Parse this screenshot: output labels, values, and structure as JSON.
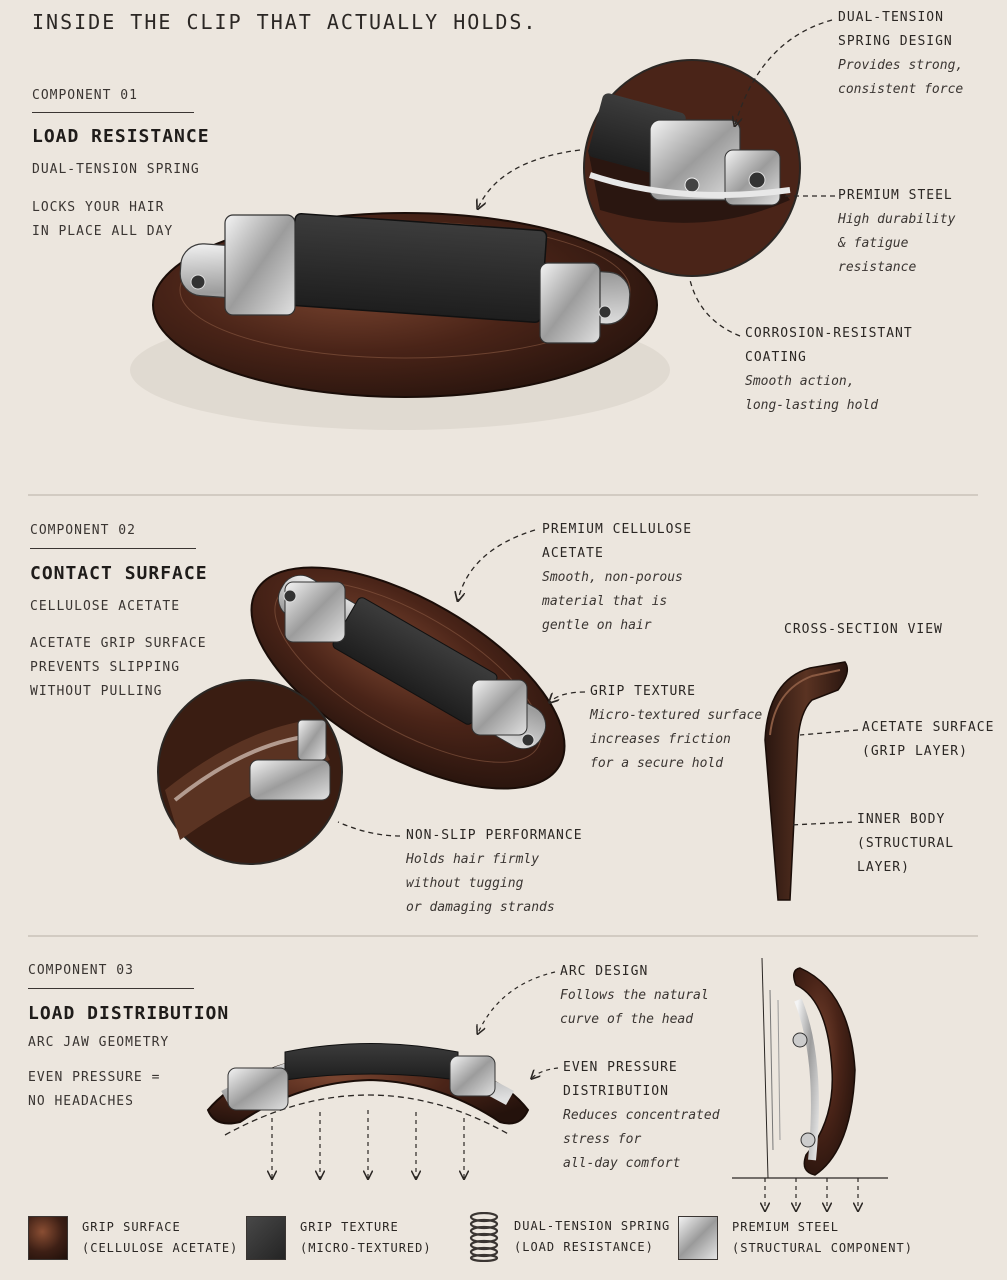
{
  "title": "INSIDE THE CLIP THAT ACTUALLY HOLDS.",
  "components": [
    {
      "label": "COMPONENT 01",
      "title": "LOAD RESISTANCE",
      "subtitle": "DUAL-TENSION SPRING",
      "description": "LOCKS YOUR HAIR\nIN PLACE ALL DAY",
      "callouts": [
        {
          "title": "DUAL-TENSION\nSPRING DESIGN",
          "body": "Provides strong,\nconsistent force"
        },
        {
          "title": "PREMIUM STEEL",
          "body": "High durability\n& fatigue\nresistance"
        },
        {
          "title": "CORROSION-RESISTANT\nCOATING",
          "body": "Smooth action,\nlong-lasting hold"
        }
      ]
    },
    {
      "label": "COMPONENT 02",
      "title": "CONTACT SURFACE",
      "subtitle": "CELLULOSE ACETATE",
      "description": "ACETATE GRIP SURFACE\nPREVENTS SLIPPING\nWITHOUT PULLING",
      "callouts": [
        {
          "title": "PREMIUM CELLULOSE\nACETATE",
          "body": "Smooth, non-porous\nmaterial that is\ngentle on hair"
        },
        {
          "title": "GRIP TEXTURE",
          "body": "Micro-textured surface\nincreases friction\nfor a secure hold"
        },
        {
          "title": "NON-SLIP PERFORMANCE",
          "body": "Holds hair firmly\nwithout tugging\nor damaging strands"
        }
      ],
      "cross_section": {
        "title": "CROSS-SECTION VIEW",
        "labels": [
          "ACETATE SURFACE\n(GRIP LAYER)",
          "INNER BODY\n(STRUCTURAL LAYER)"
        ]
      }
    },
    {
      "label": "COMPONENT 03",
      "title": "LOAD DISTRIBUTION",
      "subtitle": "ARC JAW GEOMETRY",
      "description": "EVEN PRESSURE =\nNO HEADACHES",
      "callouts": [
        {
          "title": "ARC DESIGN",
          "body": "Follows the natural\ncurve of the head"
        },
        {
          "title": "EVEN PRESSURE\nDISTRIBUTION",
          "body": "Reduces concentrated\nstress for\nall-day comfort"
        }
      ]
    }
  ],
  "legend": [
    {
      "icon": "tortoiseshell-swatch",
      "line1": "GRIP SURFACE",
      "line2": "(CELLULOSE ACETATE)",
      "color": "#4a2a1e"
    },
    {
      "icon": "dark-texture-swatch",
      "line1": "GRIP TEXTURE",
      "line2": "(MICRO-TEXTURED)",
      "color": "#3a3a3a"
    },
    {
      "icon": "spring-icon",
      "line1": "DUAL-TENSION SPRING",
      "line2": "(LOAD RESISTANCE)",
      "color": "#555555"
    },
    {
      "icon": "steel-swatch",
      "line1": "PREMIUM STEEL",
      "line2": "(STRUCTURAL COMPONENT)",
      "color": "#b8b8b8"
    }
  ],
  "colors": {
    "paper": "#ece6de",
    "ink": "#2b2724",
    "tortoise": "#3d1f15",
    "tortoise_light": "#7a4530",
    "steel": "#c9c9c9",
    "grip": "#2e2e2e"
  }
}
